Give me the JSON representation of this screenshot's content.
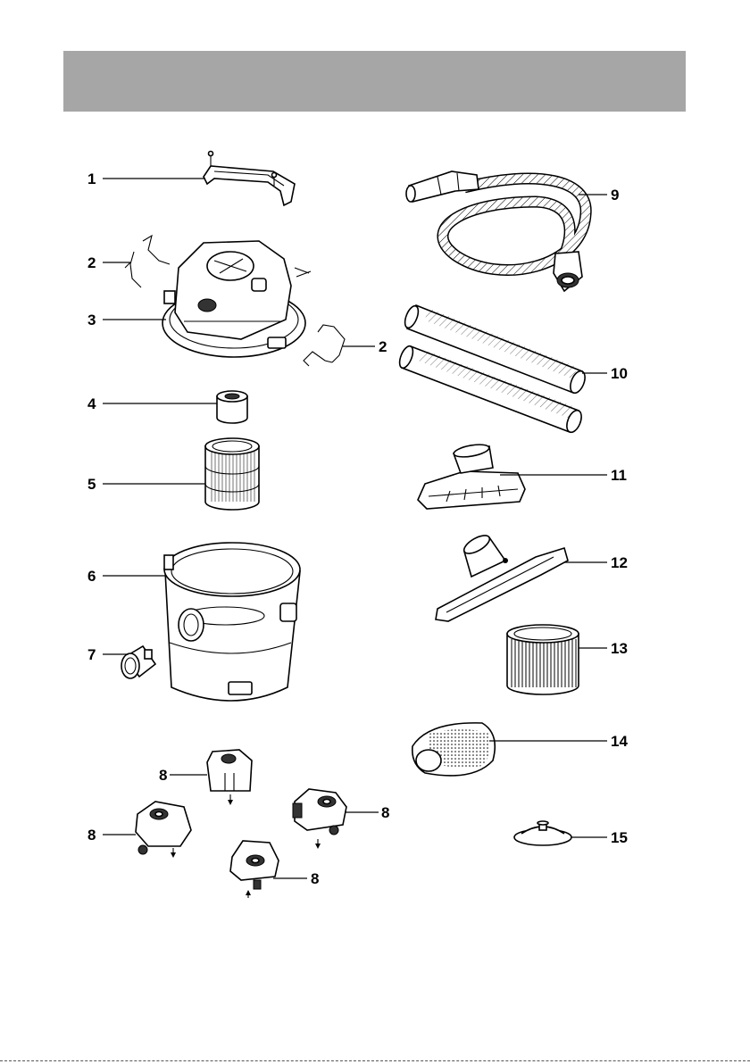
{
  "header": {
    "color": "#a6a6a6"
  },
  "callouts": [
    {
      "id": "handle",
      "label": "1"
    },
    {
      "id": "latch-left",
      "label": "2"
    },
    {
      "id": "latch-right",
      "label": "2"
    },
    {
      "id": "motor-head",
      "label": "3"
    },
    {
      "id": "foam-filter",
      "label": "4"
    },
    {
      "id": "filter-cage",
      "label": "5"
    },
    {
      "id": "tank",
      "label": "6"
    },
    {
      "id": "inlet-adapter",
      "label": "7"
    },
    {
      "id": "caster-1",
      "label": "8"
    },
    {
      "id": "caster-2",
      "label": "8"
    },
    {
      "id": "caster-3",
      "label": "8"
    },
    {
      "id": "caster-4",
      "label": "8"
    },
    {
      "id": "hose",
      "label": "9"
    },
    {
      "id": "extension-wands",
      "label": "10"
    },
    {
      "id": "utility-nozzle",
      "label": "11"
    },
    {
      "id": "floor-nozzle",
      "label": "12"
    },
    {
      "id": "cartridge-filter",
      "label": "13"
    },
    {
      "id": "filter-bag",
      "label": "14"
    },
    {
      "id": "filter-lid",
      "label": "15"
    }
  ]
}
